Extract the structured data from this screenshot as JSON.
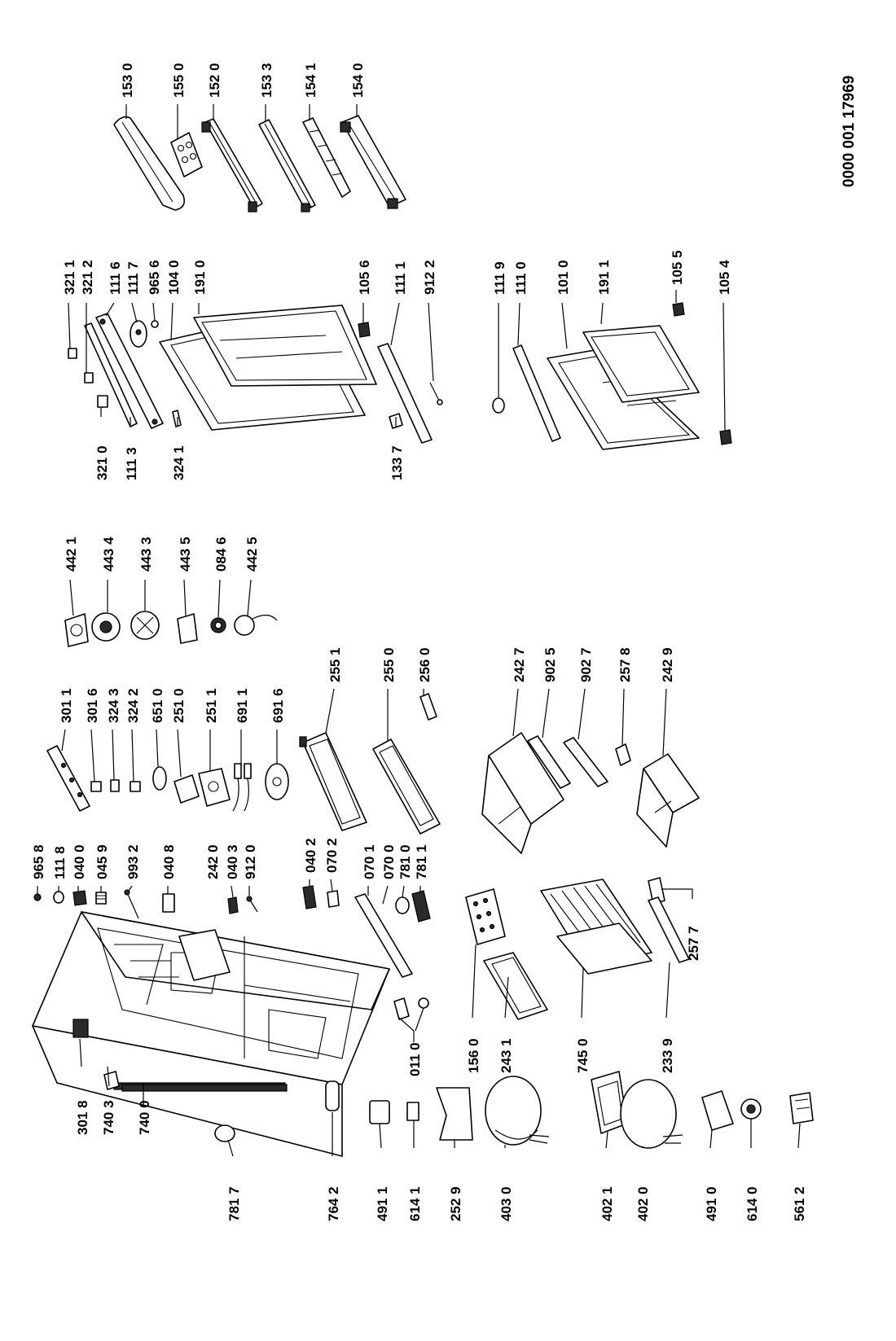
{
  "document_number": "0000 001 17969",
  "labels": {
    "l_153_0": "153 0",
    "l_155_0": "155 0",
    "l_152_0": "152 0",
    "l_153_3": "153 3",
    "l_154_1": "154 1",
    "l_154_0": "154 0",
    "l_321_1": "321 1",
    "l_321_2": "321 2",
    "l_111_6": "111 6",
    "l_111_7": "111 7",
    "l_965_6": "965 6",
    "l_104_0": "104 0",
    "l_191_0": "191 0",
    "l_105_6": "105 6",
    "l_111_1": "111 1",
    "l_912_2": "912 2",
    "l_111_9": "111 9",
    "l_111_0": "111 0",
    "l_101_0": "101 0",
    "l_191_1": "191 1",
    "l_105_5": "105 5",
    "l_105_4": "105 4",
    "l_321_0": "321 0",
    "l_111_3": "111 3",
    "l_324_1": "324 1",
    "l_133_7": "133 7",
    "l_442_1": "442 1",
    "l_443_4": "443 4",
    "l_443_3": "443 3",
    "l_443_5": "443 5",
    "l_084_6": "084 6",
    "l_442_5": "442 5",
    "l_301_1": "301 1",
    "l_301_6": "301 6",
    "l_324_3": "324 3",
    "l_324_2": "324 2",
    "l_651_0": "651 0",
    "l_251_0": "251 0",
    "l_251_1": "251 1",
    "l_691_1": "691 1",
    "l_691_6": "691 6",
    "l_255_1": "255 1",
    "l_255_0": "255 0",
    "l_256_0": "256 0",
    "l_242_7": "242 7",
    "l_902_5": "902 5",
    "l_902_7": "902 7",
    "l_257_8": "257 8",
    "l_242_9": "242 9",
    "l_257_7": "257 7",
    "l_965_8": "965 8",
    "l_111_8": "111 8",
    "l_040_0": "040 0",
    "l_045_9": "045 9",
    "l_993_2": "993 2",
    "l_040_8": "040 8",
    "l_242_0": "242 0",
    "l_040_3": "040 3",
    "l_912_0": "912 0",
    "l_040_2": "040 2",
    "l_070_2": "070 2",
    "l_070_1": "070 1",
    "l_070_0": "070 0",
    "l_781_0": "781 0",
    "l_781_1": "781 1",
    "l_301_8": "301 8",
    "l_740_3": "740 3",
    "l_740_0": "740 0",
    "l_781_7": "781 7",
    "l_764_2": "764 2",
    "l_491_1": "491 1",
    "l_614_1": "614 1",
    "l_252_9": "252 9",
    "l_403_0": "403 0",
    "l_402_1": "402 1",
    "l_402_0": "402 0",
    "l_491_0": "491 0",
    "l_614_0": "614 0",
    "l_561_2": "561 2",
    "l_011_0": "011 0",
    "l_156_0": "156 0",
    "l_243_1": "243 1",
    "l_745_0": "745 0",
    "l_233_9": "233 9"
  }
}
